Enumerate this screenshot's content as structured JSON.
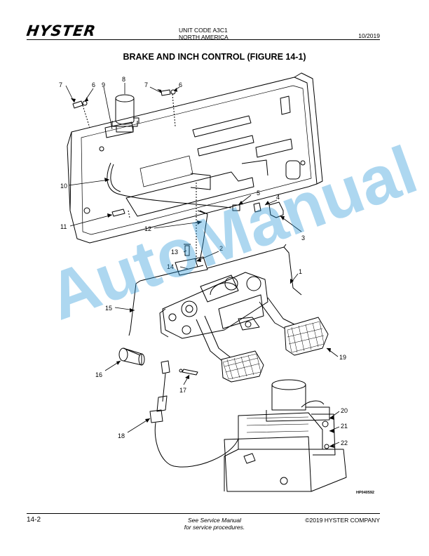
{
  "header": {
    "logo": "HYSTER",
    "unit_code": "UNIT CODE A3C1",
    "region": "NORTH AMERICA",
    "date": "10/2019"
  },
  "title": "BRAKE AND INCH CONTROL (FIGURE 14-1)",
  "figure": {
    "callouts": [
      "1",
      "2",
      "3",
      "4",
      "5",
      "6",
      "6",
      "7",
      "7",
      "8",
      "9",
      "10",
      "11",
      "12",
      "13",
      "14",
      "15",
      "16",
      "17",
      "18",
      "19",
      "20",
      "21",
      "22"
    ],
    "figure_id": "HP040592",
    "watermark": "AutoManual",
    "watermark_color": "#2896d7"
  },
  "footer": {
    "page": "14-2",
    "see_line1": "See Service Manual",
    "see_line2": "for service procedures.",
    "copyright": "©2019 HYSTER COMPANY"
  }
}
